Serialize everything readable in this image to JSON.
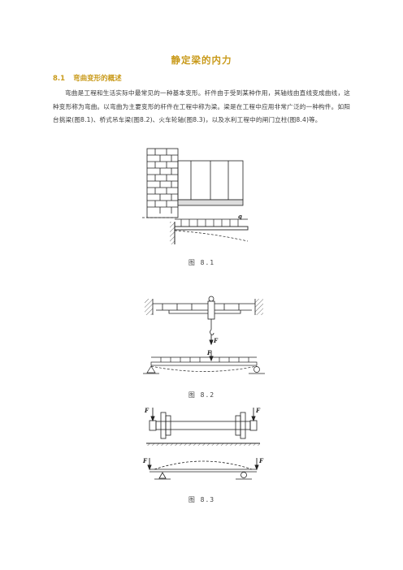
{
  "document": {
    "title": "静定梁的内力",
    "section_number": "8.1",
    "section_title": "弯曲变形的概述",
    "paragraph": "弯曲是工程和生活实际中最常见的一种基本变形。杆件由于受到某种作用，其轴线由直线变成曲线，这种变形称为弯曲。以弯曲为主要变形的杆件在工程中称为梁。梁是在工程中应用非常广泛的一种构件。如阳台挑梁(图8.1)、桥式吊车梁(图8.2)、火车轮轴(图8.3)，以及水利工程中的闸门立柱(图8.4)等。"
  },
  "figures": [
    {
      "caption": "图 8.1",
      "labels": {
        "load": "q"
      }
    },
    {
      "caption": "图 8.2",
      "labels": {
        "force_top": "F",
        "force_bottom": "F"
      }
    },
    {
      "caption": "图 8.3",
      "labels": {
        "f1": "F",
        "f2": "F",
        "f3": "F",
        "f4": "F"
      }
    }
  ]
}
